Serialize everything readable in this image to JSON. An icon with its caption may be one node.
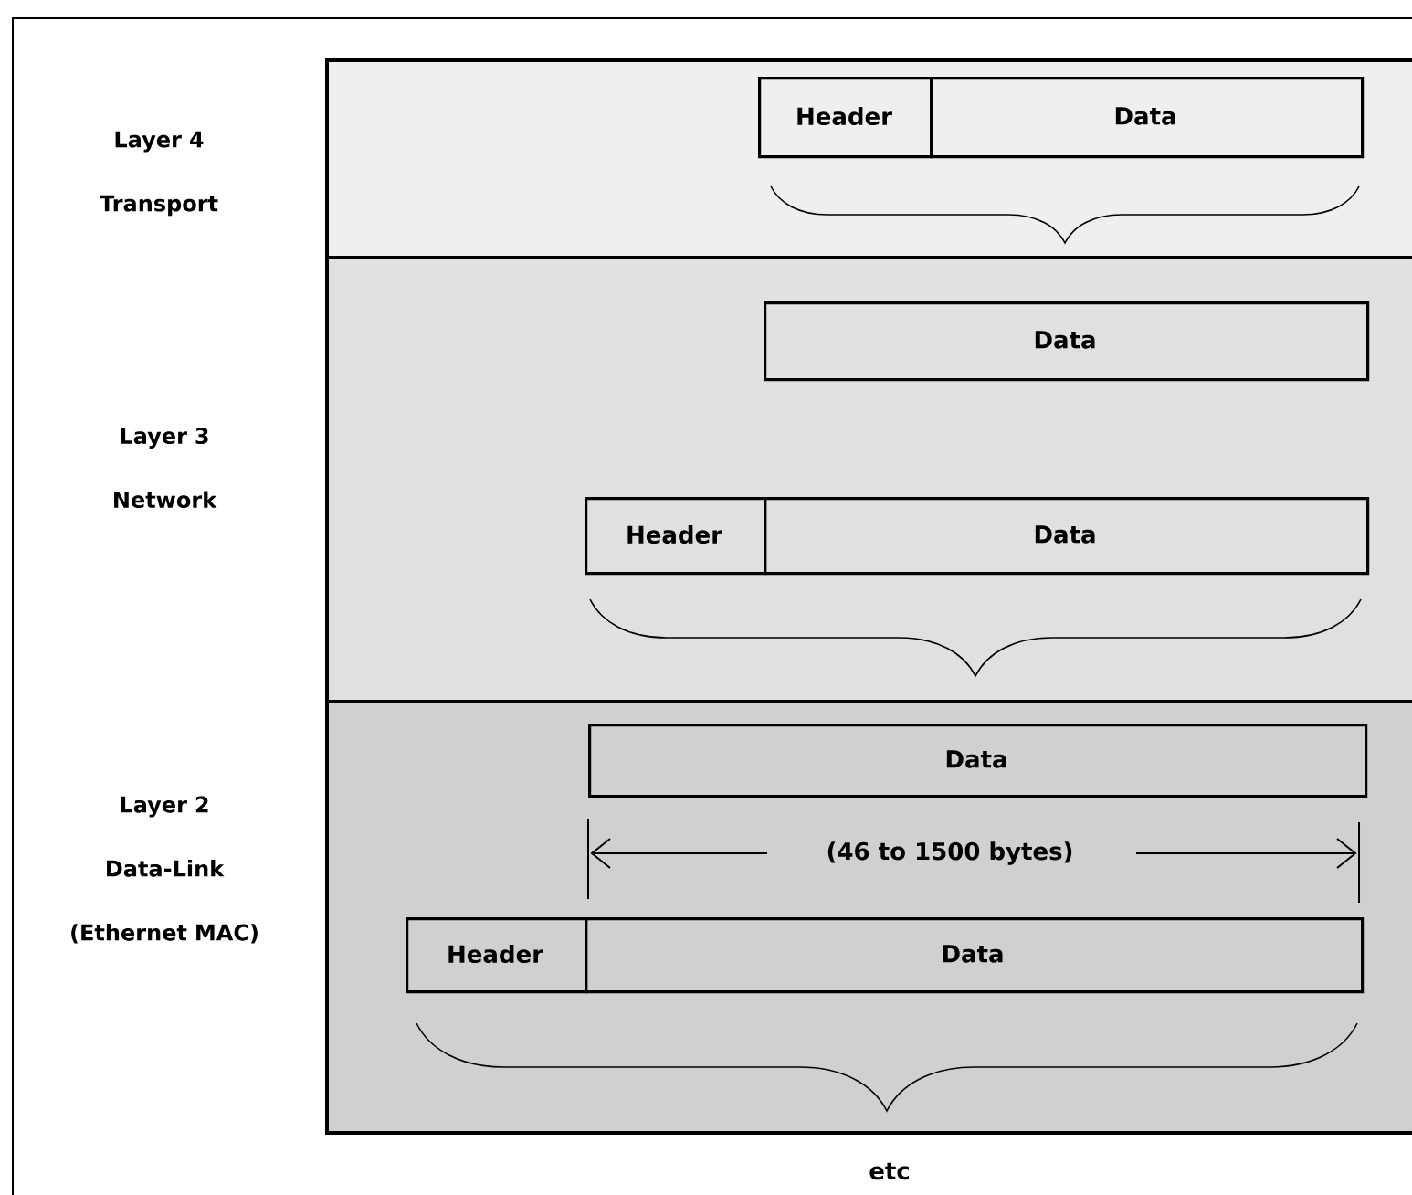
{
  "diagram": {
    "nodes": [
      {
        "text": [
          "Layer 4 Transport"
        ]
      },
      {
        "text": [
          "Header"
        ],
        "in": 0
      },
      {
        "text": [
          "Data"
        ],
        "in": 0
      },
      {
        "text": [
          "Layer 3 Network"
        ]
      },
      {
        "text": [
          "Data"
        ],
        "in": 3
      },
      {
        "text": [
          "Header"
        ],
        "in": 3
      },
      {
        "text": [
          "Data"
        ],
        "in": 3
      },
      {
        "text": [
          "Layer 2 Data-Link (Ethernet MAC)"
        ]
      },
      {
        "text": [
          "Data"
        ],
        "in": 7
      },
      {
        "text": [
          "Header"
        ],
        "in": 7
      },
      {
        "text": [
          "Data"
        ],
        "in": 7
      }
    ],
    "edges": [],
    "labels": [
      "(46 to 1500 bytes)",
      "etc"
    ]
  }
}
